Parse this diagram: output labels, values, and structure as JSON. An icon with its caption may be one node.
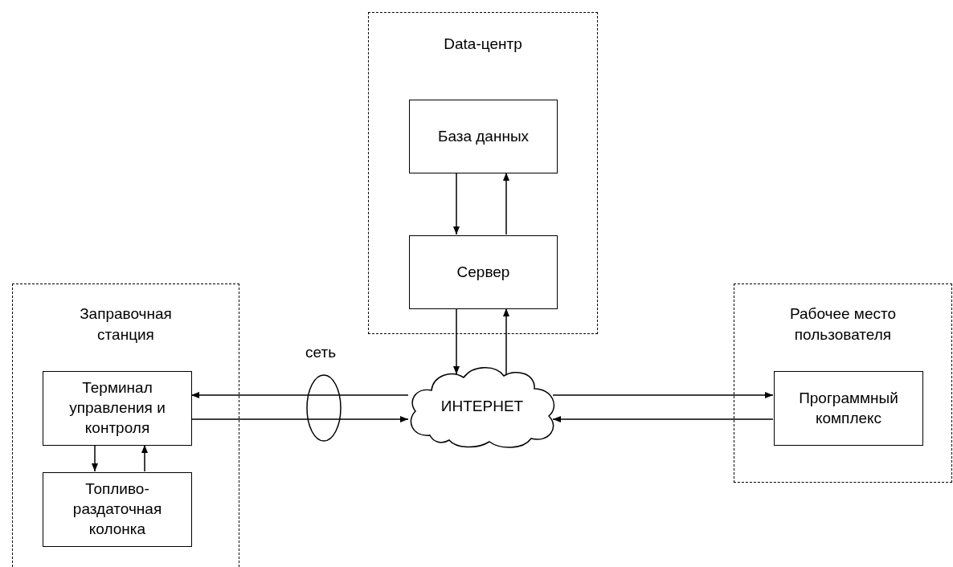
{
  "diagram": {
    "nodes": [
      {
        "text": [
          "Data-центр"
        ]
      },
      {
        "text": [
          "База данных"
        ],
        "in": 0
      },
      {
        "text": [
          "Сервер"
        ],
        "in": 0
      },
      {
        "text": [
          "Заправочная станция"
        ]
      },
      {
        "text": [
          "Терминал управления и контроля"
        ],
        "in": 3
      },
      {
        "text": [
          "Топливо-раздаточная колонка"
        ],
        "in": 3
      },
      {
        "text": [
          "ИНТЕРНЕТ"
        ]
      },
      {
        "text": [
          "Рабочее место пользователя"
        ]
      },
      {
        "text": [
          "Программный комплекс"
        ],
        "in": 7
      }
    ],
    "edges": [
      {
        "from": 1,
        "to": 2,
        "arrow": "to"
      },
      {
        "from": 2,
        "to": 1,
        "arrow": "to"
      },
      {
        "from": 2,
        "to": 6,
        "arrow": "to"
      },
      {
        "from": 6,
        "to": 2,
        "arrow": "to"
      },
      {
        "from": 6,
        "to": 4,
        "arrow": "to"
      },
      {
        "from": 4,
        "to": 6,
        "arrow": "to"
      },
      {
        "from": 6,
        "to": 8,
        "arrow": "to"
      },
      {
        "from": 8,
        "to": 6,
        "arrow": "to"
      },
      {
        "from": 4,
        "to": 5,
        "arrow": "to"
      },
      {
        "from": 5,
        "to": 4,
        "arrow": "to"
      }
    ],
    "labels": [
      "сеть"
    ]
  }
}
